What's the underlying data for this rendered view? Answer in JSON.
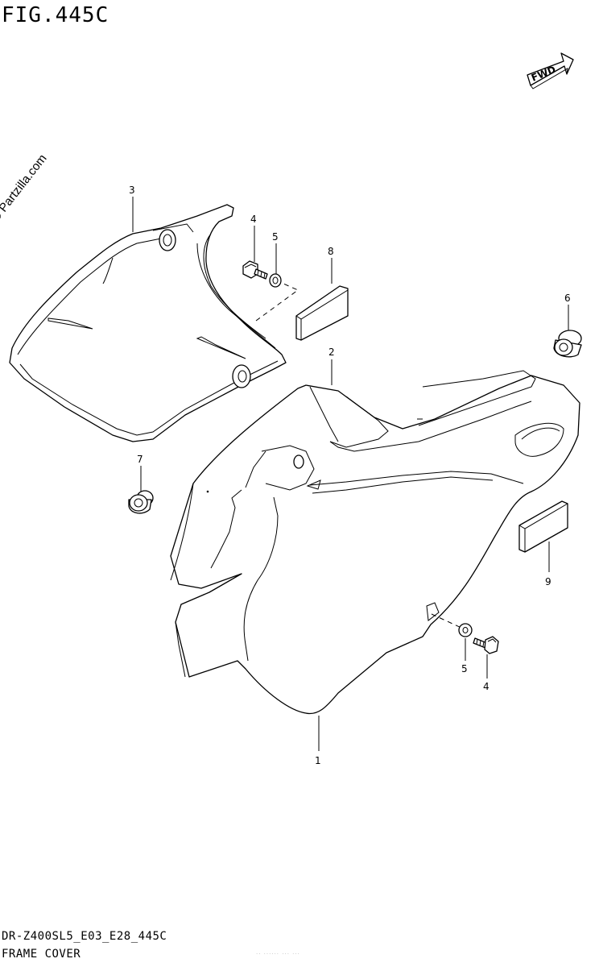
{
  "figure": {
    "title": "FIG.445C",
    "watermark": "© Partzilla.com",
    "fwd_label": "FWD",
    "code": "DR-Z400SL5_E03_E28_445C",
    "name": "FRAME COVER"
  },
  "callouts": {
    "c1": "1",
    "c2": "2",
    "c3": "3",
    "c4a": "4",
    "c5a": "5",
    "c4b": "4",
    "c5b": "5",
    "c6": "6",
    "c7": "7",
    "c8": "8",
    "c9": "9"
  },
  "faint_text": "·· ······ ··· ···"
}
